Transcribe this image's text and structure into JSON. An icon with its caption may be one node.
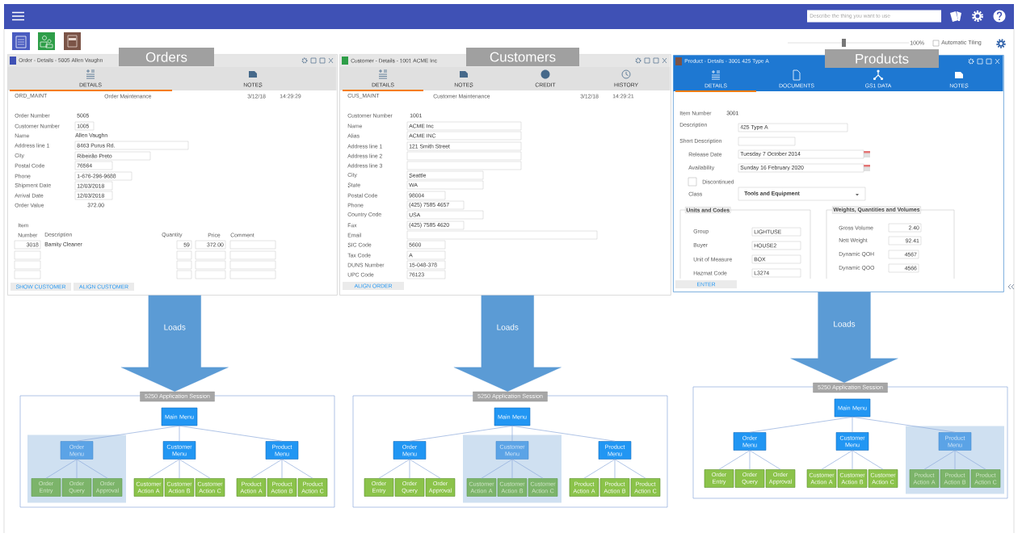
{
  "diagram": {
    "nodes": [
      {
        "text": [
          "Order - Details - 5005 Allen Vaughn",
          "Orders"
        ]
      },
      {
        "text": [
          "Customer - Details - 1001 ACME Inc",
          "Customers"
        ]
      },
      {
        "text": [
          "Product - Details - 3001 425 Type A",
          "Products"
        ]
      },
      {
        "text": [
          "5250 Application Session"
        ]
      },
      {
        "text": [
          "Main Menu"
        ],
        "in": 3
      },
      {
        "text": [],
        "shape": "box",
        "in": 3
      },
      {
        "text": [
          "Order Menu"
        ],
        "in": 5
      },
      {
        "text": [
          "Customer Menu"
        ],
        "in": 3
      },
      {
        "text": [
          "Product Menu"
        ],
        "in": 3
      },
      {
        "text": [
          "Order Entry"
        ],
        "in": 5
      },
      {
        "text": [
          "Order Query"
        ],
        "in": 5
      },
      {
        "text": [
          "Order Approval"
        ],
        "in": 5
      },
      {
        "text": [
          "Customer Action A"
        ],
        "in": 3
      },
      {
        "text": [
          "Customer Action B"
        ],
        "in": 3
      },
      {
        "text": [
          "Customer Action C"
        ],
        "in": 3
      },
      {
        "text": [
          "Product Action A"
        ],
        "in": 3
      },
      {
        "text": [
          "Product Action B"
        ],
        "in": 3
      },
      {
        "text": [
          "Product Action C"
        ],
        "in": 3
      },
      {
        "text": [
          "5250 Application Session"
        ]
      },
      {
        "text": [
          "Main Menu"
        ],
        "in": 18
      },
      {
        "text": [],
        "shape": "box",
        "in": 18
      },
      {
        "text": [
          "Order Menu"
        ],
        "in": 18
      },
      {
        "text": [
          "Customer Menu"
        ],
        "in": 20
      },
      {
        "text": [
          "Product Menu"
        ],
        "in": 18
      },
      {
        "text": [
          "Order Entry"
        ],
        "in": 18
      },
      {
        "text": [
          "Order Query"
        ],
        "in": 18
      },
      {
        "text": [
          "Order Approval"
        ],
        "in": 18
      },
      {
        "text": [
          "Customer Action A"
        ],
        "in": 20
      },
      {
        "text": [
          "Customer Action B"
        ],
        "in": 20
      },
      {
        "text": [
          "Customer Action C"
        ],
        "in": 20
      },
      {
        "text": [
          "Product Action A"
        ],
        "in": 18
      },
      {
        "text": [
          "Product Action B"
        ],
        "in": 18
      },
      {
        "text": [
          "Product Action C"
        ],
        "in": 18
      },
      {
        "text": [
          "5250 Application Session"
        ]
      },
      {
        "text": [
          "Main Menu"
        ],
        "in": 33
      },
      {
        "text": [],
        "shape": "box",
        "in": 33
      },
      {
        "text": [
          "Order Menu"
        ],
        "in": 33
      },
      {
        "text": [
          "Customer Menu"
        ],
        "in": 33
      },
      {
        "text": [
          "Product Menu"
        ],
        "in": 35
      },
      {
        "text": [
          "Order Entry"
        ],
        "in": 33
      },
      {
        "text": [
          "Order Query"
        ],
        "in": 33
      },
      {
        "text": [
          "Order Approval"
        ],
        "in": 33
      },
      {
        "text": [
          "Customer Action A"
        ],
        "in": 33
      },
      {
        "text": [
          "Customer Action B"
        ],
        "in": 33
      },
      {
        "text": [
          "Customer Action C"
        ],
        "in": 33
      },
      {
        "text": [
          "Product Action A"
        ],
        "in": 35
      },
      {
        "text": [
          "Product Action B"
        ],
        "in": 35
      },
      {
        "text": [
          "Product Action C"
        ],
        "in": 35
      }
    ],
    "edges": [
      {
        "from": 0,
        "to": 3,
        "arrow": "to",
        "label": "Loads",
        "style": "thick",
        "color": "#5b9bd5"
      },
      {
        "from": 1,
        "to": 18,
        "arrow": "to",
        "label": "Loads",
        "style": "thick",
        "color": "#5b9bd5"
      },
      {
        "from": 2,
        "to": 33,
        "arrow": "to",
        "label": "Loads",
        "style": "thick",
        "color": "#5b9bd5"
      },
      {
        "from": 4,
        "to": 6,
        "arrow": "none"
      },
      {
        "from": 4,
        "to": 7,
        "arrow": "none"
      },
      {
        "from": 4,
        "to": 8,
        "arrow": "none"
      },
      {
        "from": 6,
        "to": 9,
        "arrow": "none"
      },
      {
        "from": 6,
        "to": 10,
        "arrow": "none"
      },
      {
        "from": 6,
        "to": 11,
        "arrow": "none"
      },
      {
        "from": 7,
        "to": 12,
        "arrow": "none"
      },
      {
        "from": 7,
        "to": 13,
        "arrow": "none"
      },
      {
        "from": 7,
        "to": 14,
        "arrow": "none"
      },
      {
        "from": 8,
        "to": 15,
        "arrow": "none"
      },
      {
        "from": 8,
        "to": 16,
        "arrow": "none"
      },
      {
        "from": 8,
        "to": 17,
        "arrow": "none"
      },
      {
        "from": 19,
        "to": 21,
        "arrow": "none"
      },
      {
        "from": 19,
        "to": 22,
        "arrow": "none"
      },
      {
        "from": 19,
        "to": 23,
        "arrow": "none"
      },
      {
        "from": 21,
        "to": 24,
        "arrow": "none"
      },
      {
        "from": 21,
        "to": 25,
        "arrow": "none"
      },
      {
        "from": 21,
        "to": 26,
        "arrow": "none"
      },
      {
        "from": 22,
        "to": 27,
        "arrow": "none"
      },
      {
        "from": 22,
        "to": 28,
        "arrow": "none"
      },
      {
        "from": 22,
        "to": 29,
        "arrow": "none"
      },
      {
        "from": 23,
        "to": 30,
        "arrow": "none"
      },
      {
        "from": 23,
        "to": 31,
        "arrow": "none"
      },
      {
        "from": 23,
        "to": 32,
        "arrow": "none"
      },
      {
        "from": 34,
        "to": 36,
        "arrow": "none"
      },
      {
        "from": 34,
        "to": 37,
        "arrow": "none"
      },
      {
        "from": 34,
        "to": 38,
        "arrow": "none"
      },
      {
        "from": 36,
        "to": 39,
        "arrow": "none"
      },
      {
        "from": 36,
        "to": 40,
        "arrow": "none"
      },
      {
        "from": 36,
        "to": 41,
        "arrow": "none"
      },
      {
        "from": 37,
        "to": 42,
        "arrow": "none"
      },
      {
        "from": 37,
        "to": 43,
        "arrow": "none"
      },
      {
        "from": 37,
        "to": 44,
        "arrow": "none"
      },
      {
        "from": 38,
        "to": 45,
        "arrow": "none"
      },
      {
        "from": 38,
        "to": 46,
        "arrow": "none"
      },
      {
        "from": 38,
        "to": 47,
        "arrow": "none"
      }
    ],
    "labels": [
      "Describe the thing you want to use",
      "100%",
      "Automatic Tiling",
      "DETAILS",
      "NOTES",
      "ORD_MAINT",
      "Order Maintenance",
      "3/12/18",
      "14:29:29",
      "Order Number",
      "5005",
      "Customer Number",
      "1005",
      "Name",
      "Allen Vaughn",
      "Address line 1",
      "8463 Purus Rd.",
      "City",
      "Ribeirão Preto",
      "Postal Code",
      "76564",
      "Phone",
      "1-676-296-9688",
      "Shipment Date",
      "12/03/2018",
      "Arrival Date",
      "12/03/2018",
      "Order Value",
      "372.00",
      "Item",
      "Number",
      "Description",
      "Quantity",
      "Price",
      "Comment",
      "3018",
      "Bamity Cleaner",
      "59",
      "372.00",
      "SHOW CUSTOMER",
      "ALIGN CUSTOMER",
      "DETAILS",
      "NOTES",
      "CREDIT",
      "HISTORY",
      "CUS_MAINT",
      "Customer Maintenance",
      "3/12/18",
      "14:29:21",
      "Customer Number",
      "1001",
      "Name",
      "ACME Inc",
      "Alias",
      "ACME INC",
      "Address line 1",
      "121 Smith Street",
      "Address line 2",
      "Address line 3",
      "City",
      "Seattle",
      "State",
      "WA",
      "Postal Code",
      "98004",
      "Phone",
      "(425) 7585 4657",
      "Country Code",
      "USA",
      "Fax",
      "(425) 7585 4620",
      "Email",
      "SIC Code",
      "5600",
      "Tax Code",
      "A",
      "DUNS Number",
      "15-048-378",
      "UPC Code",
      "76123",
      "ALIGN ORDER",
      "DETAILS",
      "DOCUMENTS",
      "GS1 DATA",
      "NOTES",
      "Item Number",
      "3001",
      "Description",
      "425 Type A",
      "Short Description",
      "Release Date",
      "Tuesday 7 October 2014",
      "Availability",
      "Sunday 16 February 2020",
      "Discontinued",
      "Class",
      "Tools and Equipment",
      "Units and Codes",
      "Weights, Quantities and Volumes",
      "Group",
      "LIGHTUSE",
      "Buyer",
      "HOUSE2",
      "Unit of Measure",
      "BOX",
      "Hazmat Code",
      "L3274",
      "Gross Volume",
      "2.40",
      "Nett Weight",
      "92.41",
      "Dynamic QOH",
      "4567",
      "Dynamic QOO",
      "4566",
      "ENTER"
    ]
  }
}
